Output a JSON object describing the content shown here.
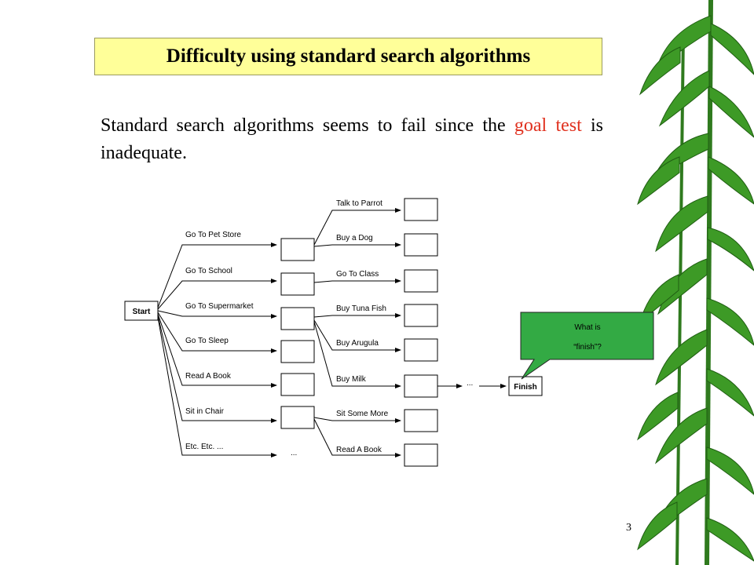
{
  "slide": {
    "title": "Difficulty using standard search algorithms",
    "text_before": "Standard search algorithms seems to fail since the ",
    "highlight": "goal test",
    "text_after": " is inadequate.",
    "highlight_color": "#e0301e",
    "title_bg": "#ffff99",
    "page_number": "3"
  },
  "diagram": {
    "start_label": "Start",
    "finish_label": "Finish",
    "ellipsis": "...",
    "level1": [
      "Go To Pet Store",
      "Go To School",
      "Go To Supermarket",
      "Go To Sleep",
      "Read A Book",
      "Sit in Chair",
      "Etc. Etc. ..."
    ],
    "level2": [
      "Talk to Parrot",
      "Buy a Dog",
      "Go To Class",
      "Buy Tuna Fish",
      "Buy Arugula",
      "Buy Milk",
      "Sit Some More",
      "Read A Book"
    ]
  },
  "callout": {
    "line1": "What is",
    "line2": "“finish”?",
    "bg": "#33aa44"
  }
}
